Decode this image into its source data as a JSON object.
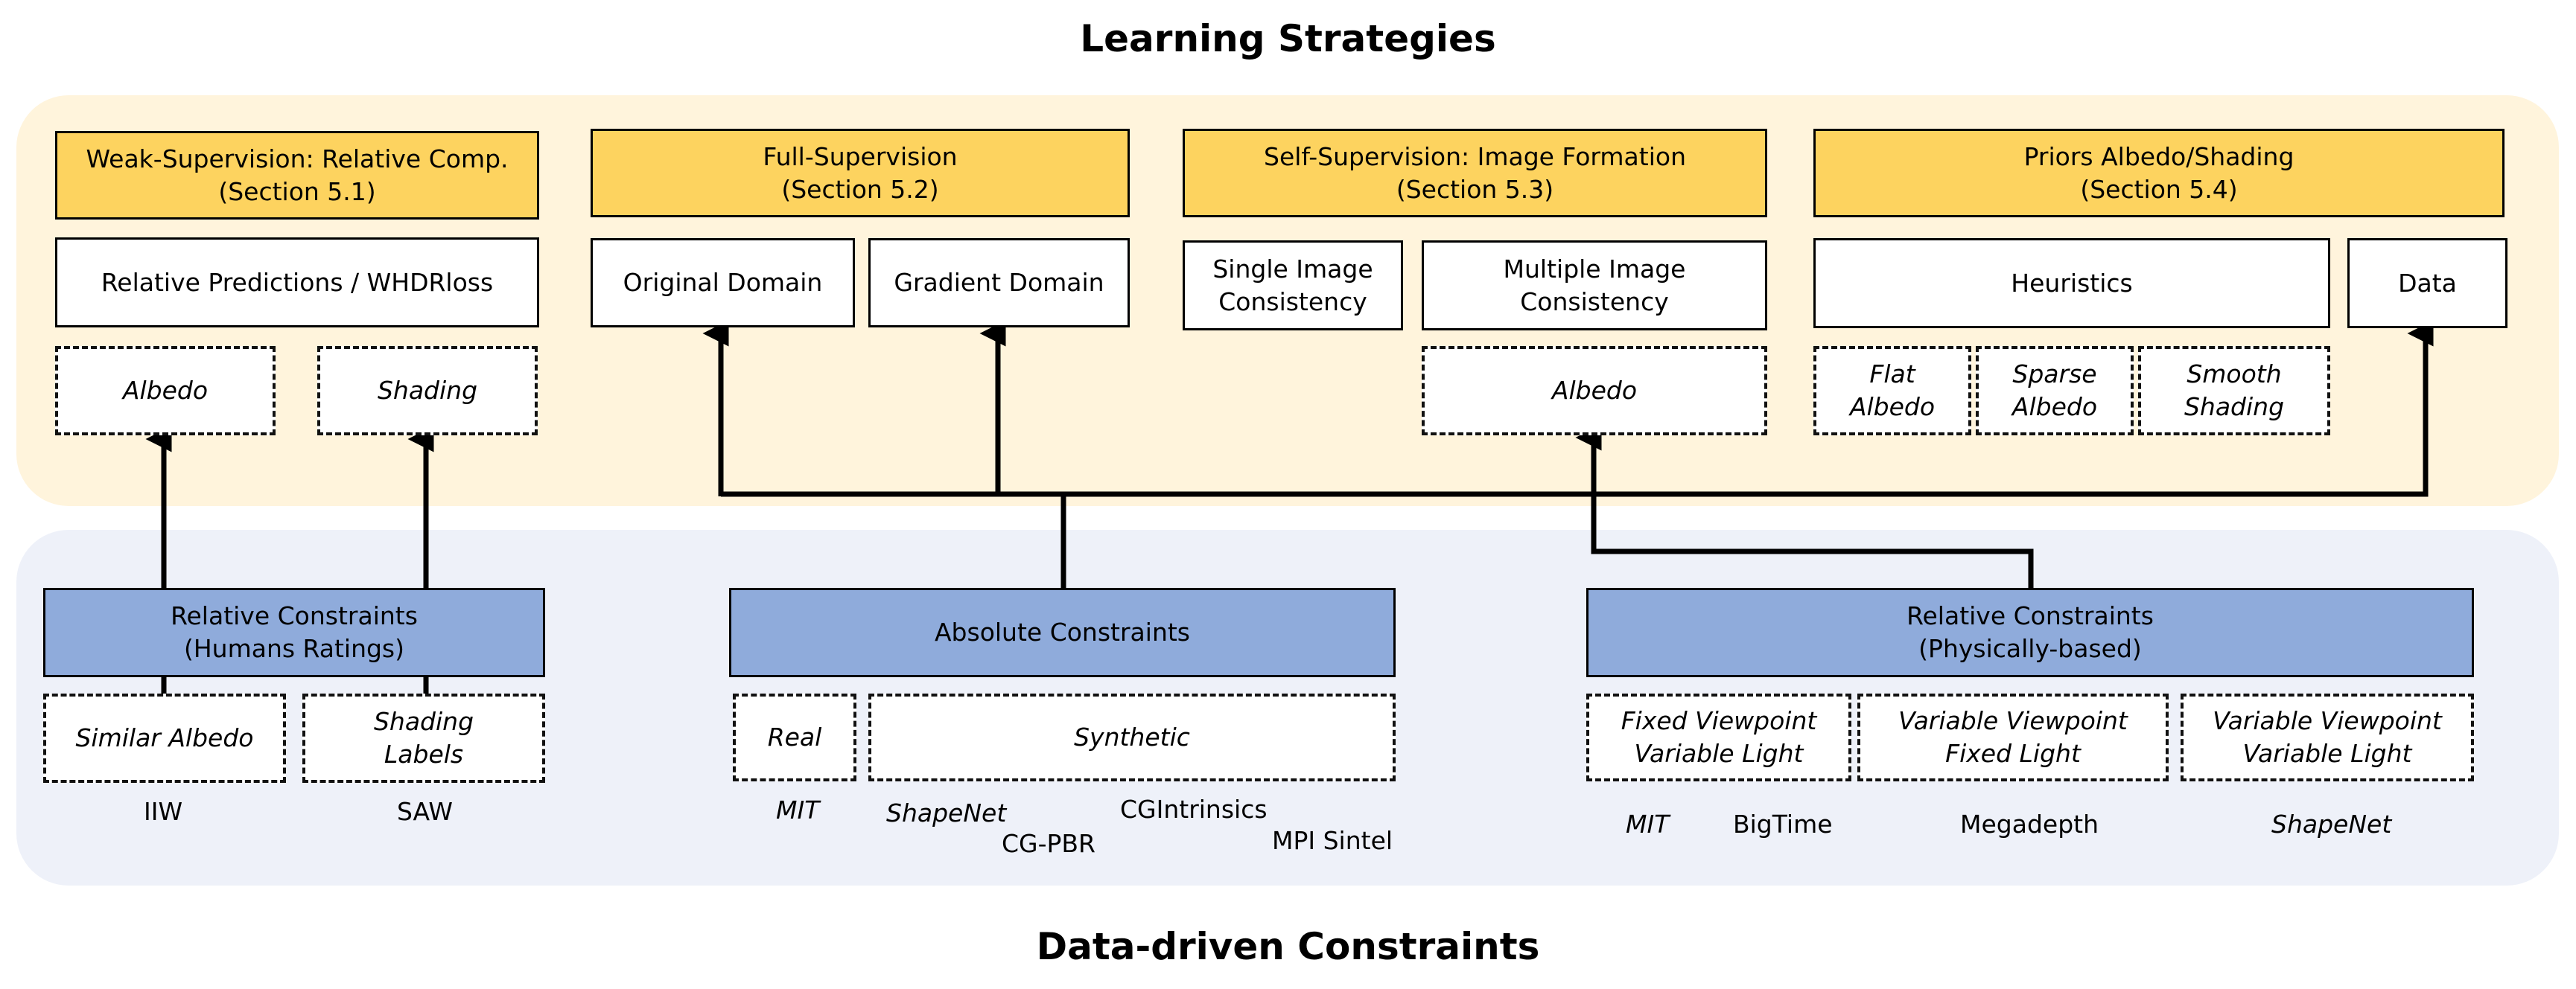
{
  "titles": {
    "top": "Learning Strategies",
    "bottom": "Data-driven Constraints"
  },
  "strategies": {
    "weak": {
      "line1": "Weak-Supervision: Relative Comp.",
      "line2": "(Section 5.1)"
    },
    "full": {
      "line1": "Full-Supervision",
      "line2": "(Section 5.2)"
    },
    "self": {
      "line1": "Self-Supervision: Image Formation",
      "line2": "(Section 5.3)"
    },
    "priors": {
      "line1": "Priors Albedo/Shading",
      "line2": "(Section 5.4)"
    }
  },
  "methods": {
    "relative_predictions": "Relative Predictions / WHDRloss",
    "original_domain": "Original Domain",
    "gradient_domain": "Gradient Domain",
    "single_image": {
      "line1": "Single Image",
      "line2": "Consistency"
    },
    "multiple_image": {
      "line1": "Multiple Image",
      "line2": "Consistency"
    },
    "heuristics": "Heuristics",
    "data": "Data"
  },
  "targets": {
    "albedo_weak": "Albedo",
    "shading_weak": "Shading",
    "albedo_self": "Albedo",
    "flat_albedo": {
      "line1": "Flat",
      "line2": "Albedo"
    },
    "sparse_albedo": {
      "line1": "Sparse",
      "line2": "Albedo"
    },
    "smooth_shading": {
      "line1": "Smooth",
      "line2": "Shading"
    }
  },
  "constraints": {
    "relative_humans": {
      "line1": "Relative Constraints",
      "line2": "(Humans Ratings)"
    },
    "absolute": "Absolute Constraints",
    "relative_physical": {
      "line1": "Relative Constraints",
      "line2": "(Physically-based)"
    }
  },
  "constraint_types": {
    "similar_albedo": "Similar Albedo",
    "shading_labels": {
      "line1": "Shading",
      "line2": "Labels"
    },
    "real": "Real",
    "synthetic": "Synthetic",
    "fixed_viewpoint": {
      "line1": "Fixed Viewpoint",
      "line2": "Variable Light"
    },
    "variable_viewpoint_fixed": {
      "line1": "Variable Viewpoint",
      "line2": "Fixed Light"
    },
    "variable_viewpoint_variable": {
      "line1": "Variable Viewpoint",
      "line2": "Variable Light"
    }
  },
  "datasets": {
    "iiw": "IIW",
    "saw": "SAW",
    "mit_absolute": "MIT",
    "shapenet_absolute": "ShapeNet",
    "cg_pbr": "CG-PBR",
    "cgintrinsics": "CGIntrinsics",
    "mpi_sintel": "MPI Sintel",
    "mit_relative": "MIT",
    "bigtime": "BigTime",
    "megadepth": "Megadepth",
    "shapenet_relative": "ShapeNet"
  },
  "colors": {
    "strategy_panel": "#fff4dc",
    "constraint_panel": "#eef1f9",
    "strategy_box": "#fdd35f",
    "constraint_box": "#8fabdb"
  }
}
